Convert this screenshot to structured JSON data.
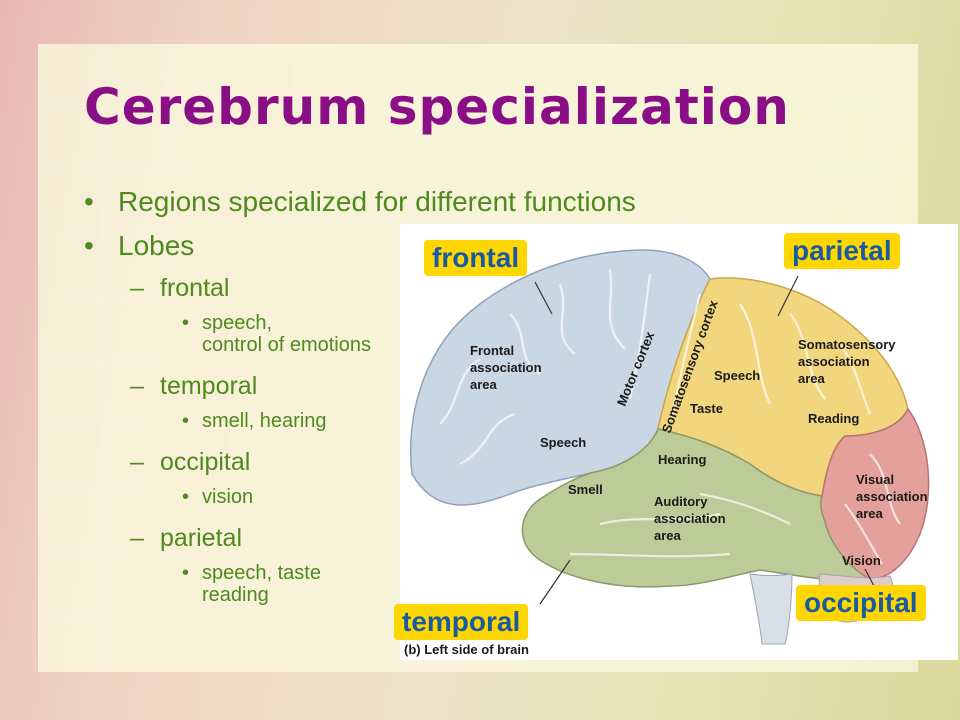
{
  "slide": {
    "title": "Cerebrum specialization",
    "bullets": [
      "Regions specialized for different functions",
      "Lobes"
    ],
    "bullet_glyph": "•",
    "dash_glyph": "–",
    "lobes": [
      {
        "name": "frontal",
        "details": [
          "speech,",
          "control of emotions"
        ]
      },
      {
        "name": "temporal",
        "details": [
          "smell, hearing"
        ]
      },
      {
        "name": "occipital",
        "details": [
          "vision"
        ]
      },
      {
        "name": "parietal",
        "details": [
          "speech, taste",
          "reading"
        ]
      }
    ]
  },
  "figure": {
    "caption": "(b) Left side of brain",
    "tags": {
      "frontal": "frontal",
      "parietal": "parietal",
      "temporal": "temporal",
      "occipital": "occipital"
    },
    "labels": {
      "frontal_assoc": [
        "Frontal",
        "association",
        "area"
      ],
      "motor": "Motor cortex",
      "somatosensory": "Somatosensory cortex",
      "speech_parietal": "Speech",
      "taste": "Taste",
      "soma_assoc": [
        "Somatosensory",
        "association",
        "area"
      ],
      "reading": "Reading",
      "speech_frontal": "Speech",
      "hearing": "Hearing",
      "smell": "Smell",
      "auditory": [
        "Auditory",
        "association",
        "area"
      ],
      "visual": [
        "Visual",
        "association",
        "area"
      ],
      "vision": "Vision"
    },
    "colors": {
      "frontal": "#c9d6e4",
      "parietal": "#f2d67e",
      "temporal": "#bccb98",
      "occipital": "#e4a09a",
      "tag_bg": "#ffd700",
      "tag_text": "#1a5aa0"
    }
  }
}
